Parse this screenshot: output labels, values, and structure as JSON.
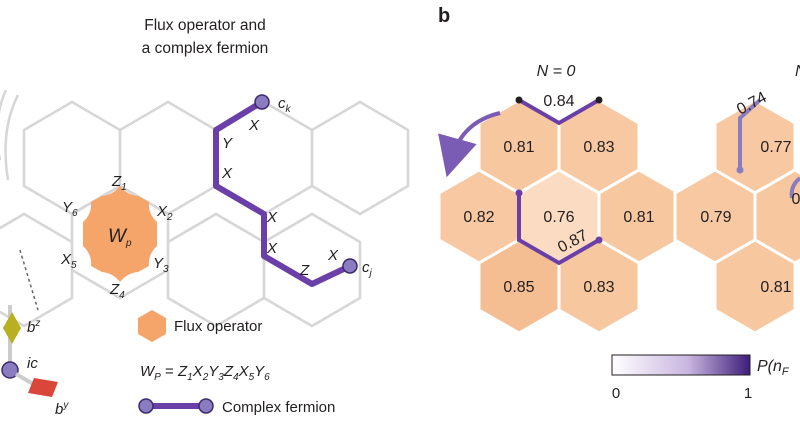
{
  "panel_a": {
    "title_line1": "Flux operator and",
    "title_line2": "a complex fermion",
    "plaquette": {
      "letter": "W",
      "sub": "p"
    },
    "plaquette_ops": [
      {
        "op": "Z",
        "idx": "1"
      },
      {
        "op": "X",
        "idx": "2"
      },
      {
        "op": "Y",
        "idx": "3"
      },
      {
        "op": "Z",
        "idx": "4"
      },
      {
        "op": "X",
        "idx": "5"
      },
      {
        "op": "Y",
        "idx": "6"
      }
    ],
    "string_ops": [
      "X",
      "Y",
      "X",
      "X",
      "X",
      "Z",
      "X"
    ],
    "endpoint_top": {
      "letter": "c",
      "sub": "k"
    },
    "endpoint_bottom": {
      "letter": "c",
      "sub": "j"
    },
    "corner_labels": {
      "bz": {
        "letter": "b",
        "sup": "z"
      },
      "ic": "ic",
      "by": {
        "letter": "b",
        "sup": "y"
      }
    },
    "legend_flux": "Flux operator",
    "legend_fermion": "Complex fermion",
    "formula": {
      "lhs": "W",
      "lhs_sub": "P",
      "eq": " = ",
      "terms": [
        {
          "op": "Z",
          "idx": "1"
        },
        {
          "op": "X",
          "idx": "2"
        },
        {
          "op": "Y",
          "idx": "3"
        },
        {
          "op": "Z",
          "idx": "4"
        },
        {
          "op": "X",
          "idx": "5"
        },
        {
          "op": "Y",
          "idx": "6"
        }
      ]
    },
    "colors": {
      "flux": "#f5a46a",
      "fermion": "#6a3fa8",
      "lattice": "#d6d6d6",
      "yellow": "#b8b020",
      "red": "#d9473a"
    }
  },
  "panel_b": {
    "letter": "b",
    "n0_label": "N = 0",
    "n_partial": "N",
    "hex_values": [
      "0.81",
      "0.83",
      "0.82",
      "0.76",
      "0.81",
      "0.85",
      "0.83"
    ],
    "edge_top": "0.84",
    "edge_center": "0.87",
    "right_values": [
      "0.74",
      "0.77",
      "0.79",
      "0.81",
      "0"
    ],
    "colorbar": {
      "min": "0",
      "max": "1",
      "label": "P(n",
      "label_sub": "F"
    }
  }
}
